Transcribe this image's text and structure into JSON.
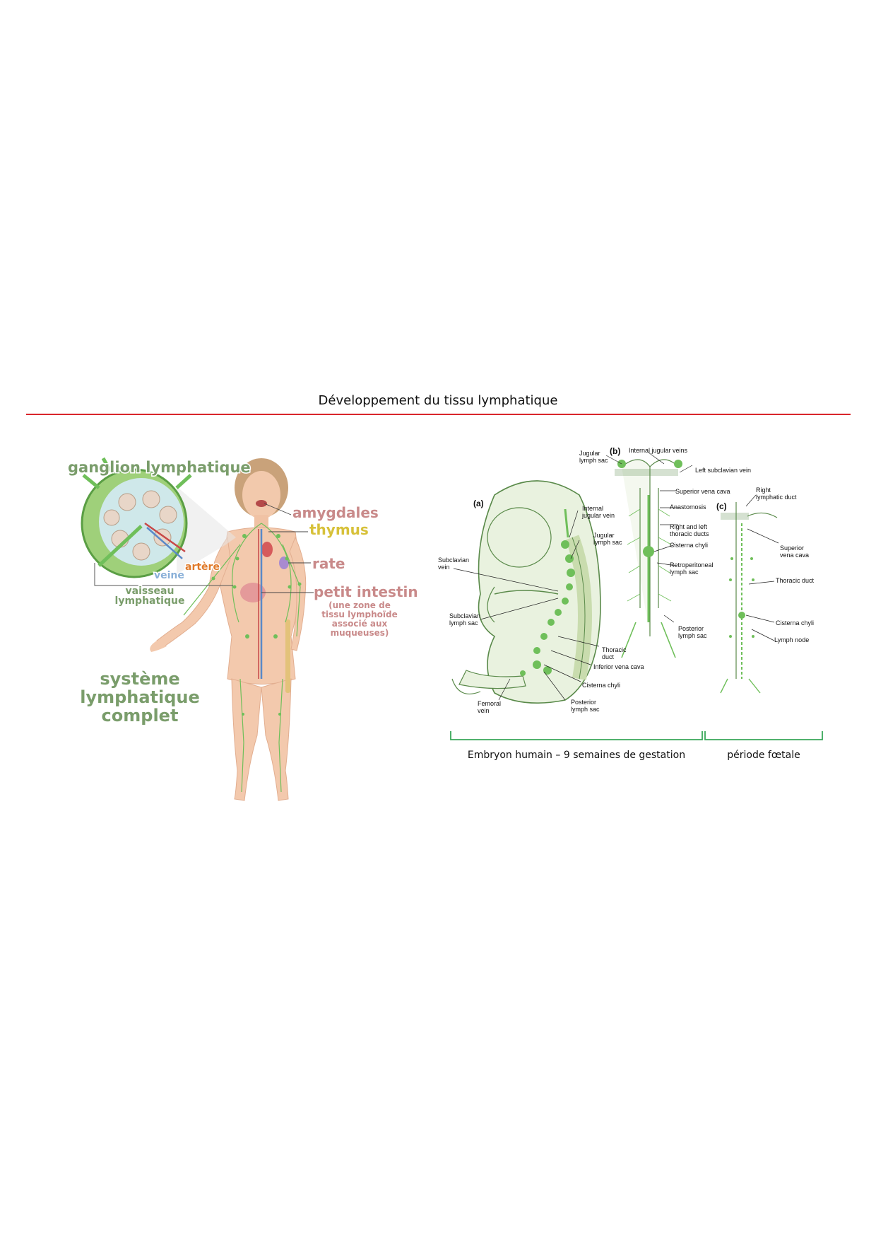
{
  "page": {
    "title": "Développement du tissu lymphatique"
  },
  "left_figure": {
    "ganglion": "ganglion lymphatique",
    "amygdales": "amygdales",
    "thymus": "thymus",
    "artere": "artère",
    "veine": "veine",
    "rate": "rate",
    "vaisseau_line1": "vaisseau",
    "vaisseau_line2": "lymphatique",
    "petit_intestin": "petit intestin",
    "zone_line1": "(une zone de",
    "zone_line2": "tissu lymphoïde",
    "zone_line3": "associé aux",
    "zone_line4": "muqueuses)",
    "systeme_line1": "système",
    "systeme_line2": "lymphatique",
    "systeme_line3": "complet"
  },
  "right_figure": {
    "panel_a": "(a)",
    "panel_b": "(b)",
    "panel_c": "(c)",
    "a_labels": {
      "internal_jugular_1": "Internal",
      "internal_jugular_2": "jugular vein",
      "jugular_sac_1": "Jugular",
      "jugular_sac_2": "lymph sac",
      "subclavian_vein_1": "Subclavian",
      "subclavian_vein_2": "vein",
      "subclavian_sac_1": "Subclavian",
      "subclavian_sac_2": "lymph sac",
      "thoracic_1": "Thoracic",
      "thoracic_2": "duct",
      "inferior_vena_cava": "Inferior vena cava",
      "cisterna": "Cisterna chyli",
      "femoral_1": "Femoral",
      "femoral_2": "vein",
      "posterior_1": "Posterior",
      "posterior_2": "lymph sac"
    },
    "b_labels": {
      "jugular_sac_1": "Jugular",
      "jugular_sac_2": "lymph sac",
      "internal_jugular_veins": "Internal jugular veins",
      "left_subclavian": "Left subclavian vein",
      "superior_vena_cava": "Superior vena cava",
      "anastomosis": "Anastomosis",
      "right_left_1": "Right and left",
      "right_left_2": "thoracic ducts",
      "cisterna": "Cisterna chyli",
      "retro_1": "Retroperitoneal",
      "retro_2": "lymph sac",
      "posterior_1": "Posterior",
      "posterior_2": "lymph sac"
    },
    "c_labels": {
      "right_1": "Right",
      "right_2": "lymphatic duct",
      "superior_1": "Superior",
      "superior_2": "vena cava",
      "thoracic": "Thoracic duct",
      "cisterna": "Cisterna chyli",
      "lymph_node": "Lymph node"
    },
    "caption_embryo": "Embryon humain – 9 semaines de gestation",
    "caption_fetal": "période fœtale"
  },
  "colors": {
    "rule": "#d9262c",
    "lymph_green": "#6fbf5a",
    "label_green": "#7a9d6b",
    "label_pink": "#c98a8a",
    "label_yellow": "#d7c13a",
    "label_orange": "#e07a2a",
    "label_blue": "#8ab0d8",
    "bracket_green": "#3aa85a"
  }
}
